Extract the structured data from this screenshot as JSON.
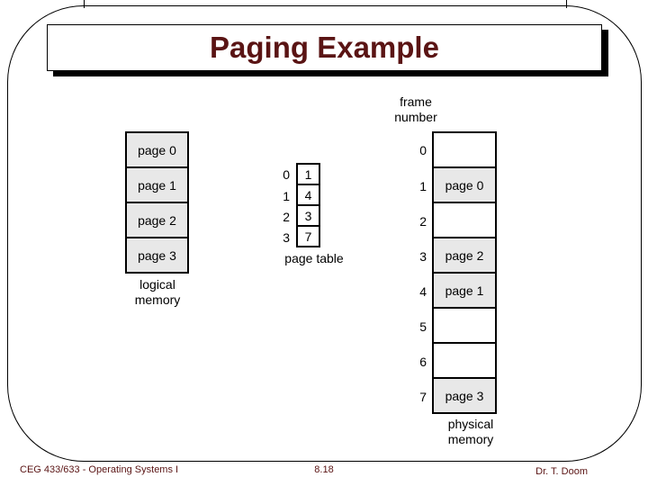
{
  "slide": {
    "title": "Paging Example"
  },
  "diagram": {
    "logical_memory": {
      "cells": [
        "page 0",
        "page 1",
        "page 2",
        "page 3"
      ],
      "label_line1": "logical",
      "label_line2": "memory"
    },
    "page_table": {
      "label": "page table",
      "rows": [
        {
          "index": "0",
          "value": "1"
        },
        {
          "index": "1",
          "value": "4"
        },
        {
          "index": "2",
          "value": "3"
        },
        {
          "index": "3",
          "value": "7"
        }
      ]
    },
    "physical_memory": {
      "header_line1": "frame",
      "header_line2": "number",
      "label_line1": "physical",
      "label_line2": "memory",
      "frames": [
        {
          "index": "0",
          "value": ""
        },
        {
          "index": "1",
          "value": "page 0"
        },
        {
          "index": "2",
          "value": ""
        },
        {
          "index": "3",
          "value": "page 2"
        },
        {
          "index": "4",
          "value": "page 1"
        },
        {
          "index": "5",
          "value": ""
        },
        {
          "index": "6",
          "value": ""
        },
        {
          "index": "7",
          "value": "page 3"
        }
      ]
    }
  },
  "footer": {
    "course": "CEG 433/633 - Operating Systems I",
    "page_number": "8.18",
    "author": "Dr. T. Doom"
  },
  "colors": {
    "accent_text": "#5a1414",
    "cell_fill": "#e8e8e8",
    "border": "#000000"
  }
}
